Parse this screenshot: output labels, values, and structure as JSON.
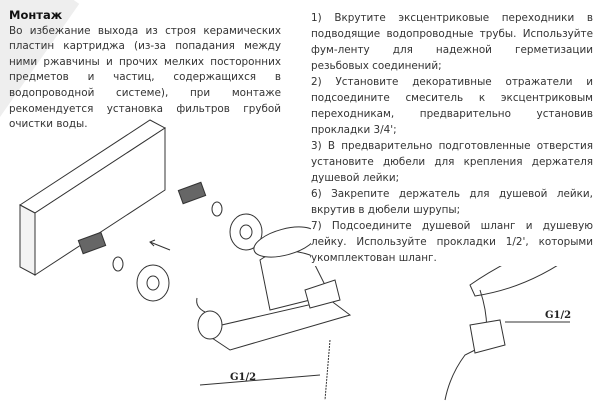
{
  "section": {
    "title": "Монтаж",
    "intro": "Во избежание выхода из строя керамических пластин картриджа (из-за попадания между ними ржавчины и прочих мелких посторонних предметов и частиц, содержащихся в водопроводной системе), при монтаже рекомендуется установка фильтров грубой очистки воды."
  },
  "steps": [
    "1) Вкрутите эксцентриковые переходники в подводящие водопроводные трубы. Используйте фум-ленту для надежной герметизации резьбовых соединений;",
    "2) Установите декоративные отражатели и подсоедините смеситель к эксцентриковым переходникам, предварительно установив прокладки 3/4';",
    "3) В предварительно подготовленные отверстия установите дюбели для крепления держателя душевой лейки;",
    "6) Закрепите держатель для душевой лейки, вкрутив в дюбели шурупы;",
    "7) Подсоедините душевой шланг и душевую лейку. Используйте прокладки 1/2', которыми укомплектован шланг."
  ],
  "diagram": {
    "faucet_label": "G1/2",
    "holder_label": "G1/2"
  }
}
